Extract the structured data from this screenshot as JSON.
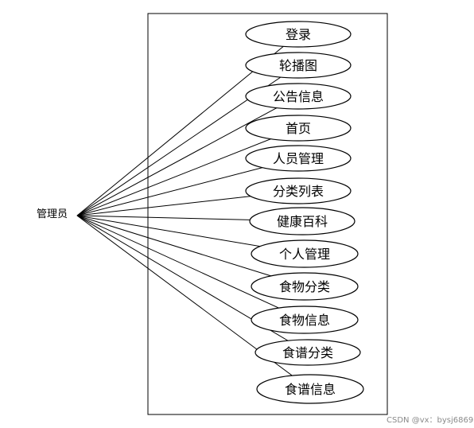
{
  "actor": {
    "label": "管理员"
  },
  "use_cases": [
    {
      "label": "登录"
    },
    {
      "label": "轮播图"
    },
    {
      "label": "公告信息"
    },
    {
      "label": "首页"
    },
    {
      "label": "人员管理"
    },
    {
      "label": "分类列表"
    },
    {
      "label": "健康百科"
    },
    {
      "label": "个人管理"
    },
    {
      "label": "食物分类"
    },
    {
      "label": "食物信息"
    },
    {
      "label": "食谱分类"
    },
    {
      "label": "食谱信息"
    }
  ],
  "watermark": "CSDN @vx：bysj6869"
}
